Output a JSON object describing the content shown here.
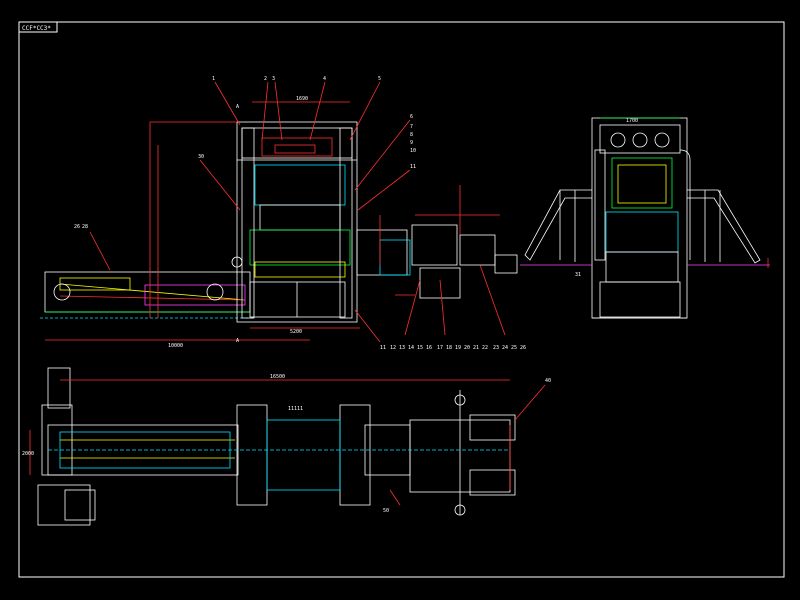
{
  "title_block": {
    "text": "CCF*CC3*"
  },
  "front_view": {
    "dim_top": "1690",
    "dim_width": "5200",
    "dim_total": "10000",
    "callouts_top": [
      "1",
      "2",
      "3",
      "4",
      "5"
    ],
    "callouts_left": [
      "30",
      "26",
      "28"
    ],
    "callouts_right": [
      "6",
      "7",
      "8",
      "9",
      "10",
      "11"
    ],
    "callouts_bottom": [
      "11",
      "12",
      "13",
      "14",
      "15",
      "16",
      "17",
      "18",
      "19",
      "20",
      "21",
      "22",
      "23",
      "24",
      "25",
      "26"
    ],
    "section_mark": "A"
  },
  "side_view": {
    "dim_label": "1700",
    "callout": "31"
  },
  "plan_view": {
    "dim_total": "16500",
    "dim_height": "2000",
    "center_label": "11111",
    "callout_right": "40",
    "callout_bottom": "50"
  },
  "colors": {
    "background": "#000000",
    "line": "#ffffff",
    "accent_cyan": "#00e5ff",
    "accent_yellow": "#ffff00",
    "accent_red": "#ff3030",
    "accent_magenta": "#ff40ff",
    "accent_green": "#00ff40"
  }
}
